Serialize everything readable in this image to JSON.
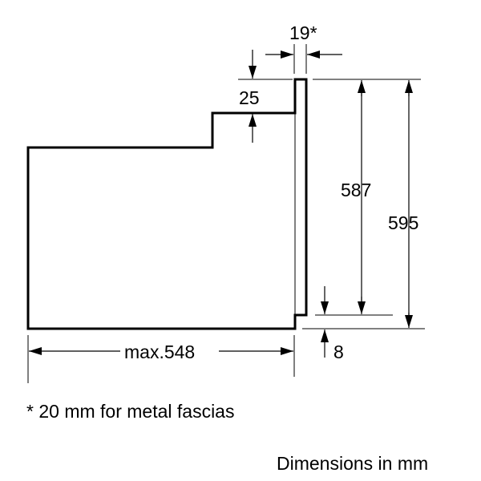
{
  "diagram": {
    "dimensions": {
      "panel_thickness": "19*",
      "top_step": "25",
      "inner_height": "587",
      "total_height": "595",
      "bottom_offset": "8",
      "depth": "max.548"
    },
    "footnote": "* 20 mm for metal fascias",
    "units_note": "Dimensions in mm",
    "line_color": "#000000"
  }
}
